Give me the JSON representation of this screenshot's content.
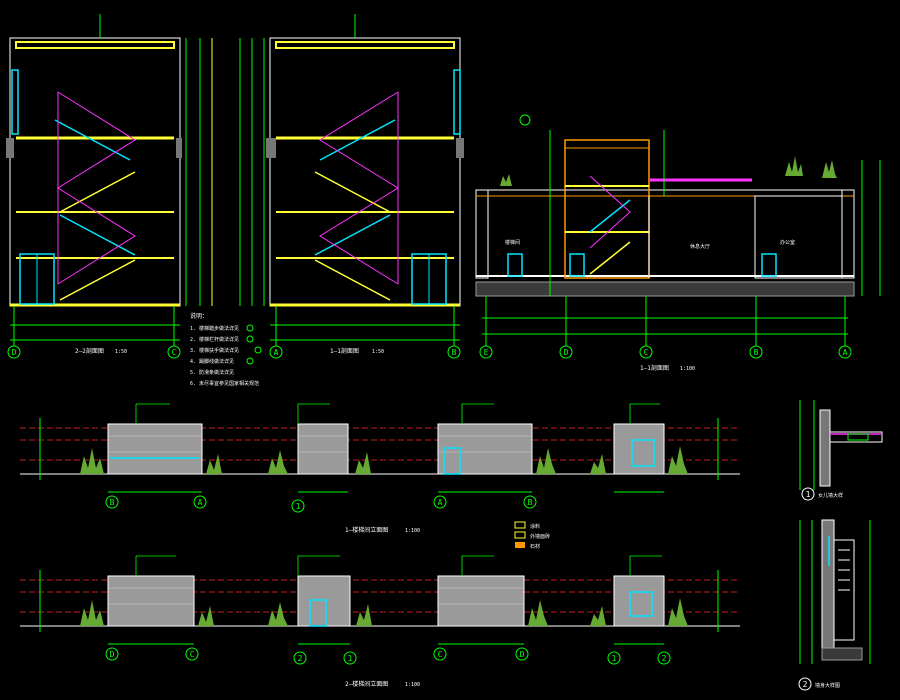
{
  "colors": {
    "bg": "#000000",
    "green": "#00ff00",
    "yellow": "#ffff33",
    "white": "#ffffff",
    "cyan": "#00e5ff",
    "magenta": "#ff33ff",
    "red": "#ff2a2a",
    "orange": "#ff9900",
    "gray": "#9a9a9a",
    "plant": "#66aa33"
  },
  "section_a": {
    "title": "2—2剖面图",
    "scale": "1:50",
    "axes": [
      "D",
      "C"
    ]
  },
  "section_b": {
    "title": "1—1剖面图",
    "scale": "1:50",
    "axes": [
      "A",
      "B"
    ]
  },
  "section_c": {
    "title": "1—1剖面图",
    "scale": "1:100",
    "axes": [
      "E",
      "D",
      "C",
      "B",
      "A"
    ],
    "rooms": [
      "楼梯间",
      "休息大厅",
      "办公室"
    ]
  },
  "notes": {
    "title": "说明：",
    "items": [
      "1. 楼梯踏步做法详见",
      "2. 楼梯栏杆做法详见",
      "3. 楼梯扶手做法详见",
      "4. 踢脚线做法详见",
      "5. 防滑条做法详见",
      "6. 未尽事宜参见国家相关规范"
    ]
  },
  "elevations_top": {
    "title": "1—楼梯间立面图",
    "scale": "1:100",
    "axes": [
      "B",
      "A",
      "1",
      "A",
      "B"
    ]
  },
  "elevations_bottom": {
    "title": "2—楼梯间立面图",
    "scale": "1:100",
    "axes": [
      "D",
      "C",
      "2",
      "1",
      "C",
      "D",
      "1",
      "2"
    ]
  },
  "legend": {
    "items": [
      "涂料",
      "外墙面砖",
      "石材"
    ]
  },
  "details": {
    "detail1": {
      "marker": "1",
      "title": "女儿墙大样"
    },
    "detail2": {
      "marker": "2",
      "title": "墙身大样图"
    }
  }
}
